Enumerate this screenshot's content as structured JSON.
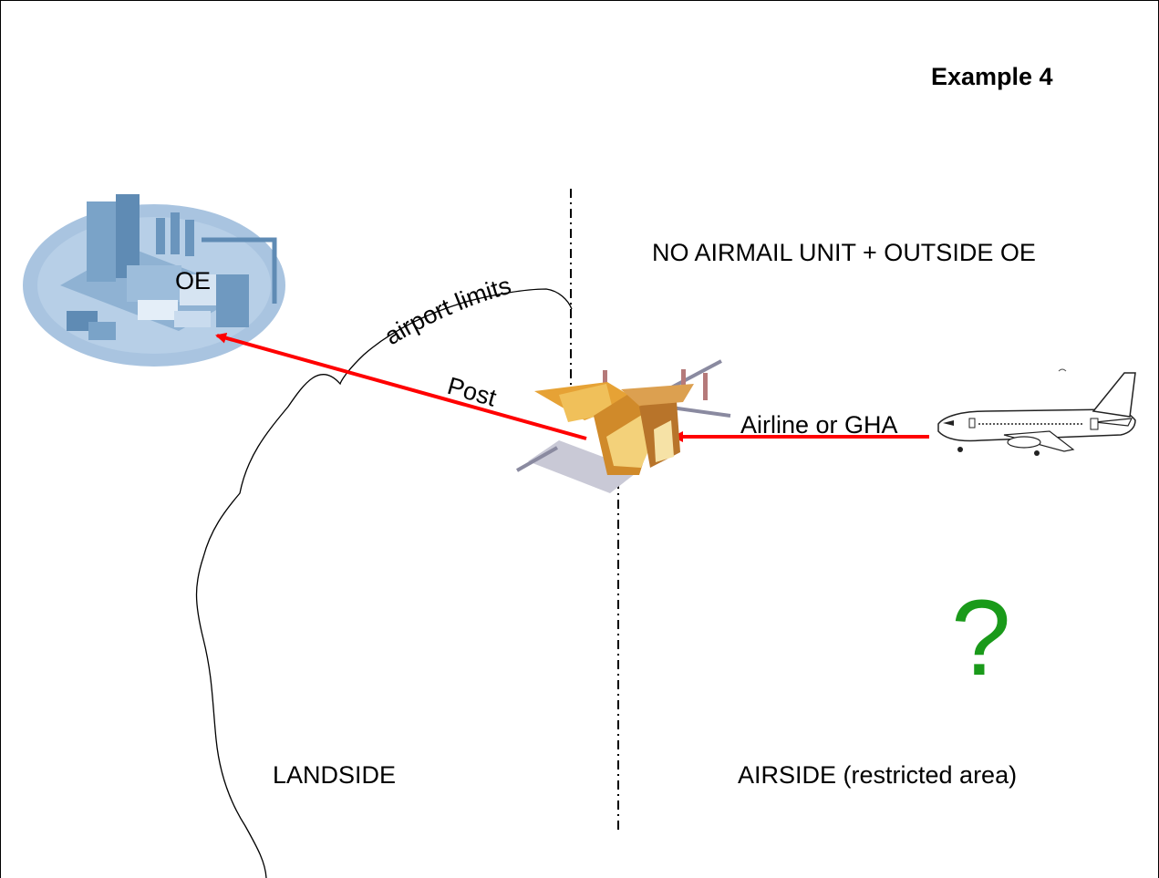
{
  "title": "Example 4",
  "zone_heading": "NO AIRMAIL UNIT + OUTSIDE OE",
  "labels": {
    "oe": "OE",
    "airport_limits": "airport limits",
    "post": "Post",
    "airline": "Airline or GHA",
    "landside": "LANDSIDE",
    "airside": "AIRSIDE (restricted area)",
    "question": "?"
  },
  "colors": {
    "arrow": "#ff0000",
    "question": "#1a9a1a",
    "factory": "#7ea8cc",
    "terminal": "#e5a23a"
  },
  "icons": {
    "factory": "factory-icon",
    "terminal": "airport-terminal-icon",
    "airplane": "airplane-icon"
  }
}
